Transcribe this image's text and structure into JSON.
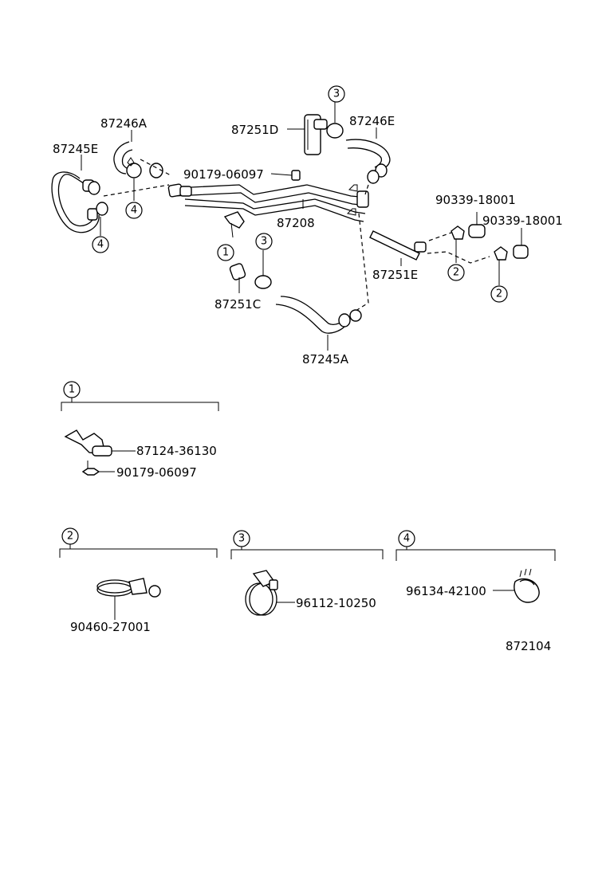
{
  "parts": {
    "p87246A": "87246A",
    "p87245E": "87245E",
    "p87251D": "87251D",
    "p87246E": "87246E",
    "p90179_top": "90179-06097",
    "p87208": "87208",
    "p90339_a": "90339-18001",
    "p90339_b": "90339-18001",
    "p87251E": "87251E",
    "p87251C": "87251C",
    "p87245A": "87245A",
    "p87124": "87124-36130",
    "p90179_detail": "90179-06097",
    "p90460": "90460-27001",
    "p96112": "96112-10250",
    "p96134": "96134-42100",
    "diagram_number": "872104"
  },
  "callouts": {
    "c1": "1",
    "c2": "2",
    "c3": "3",
    "c4": "4"
  }
}
